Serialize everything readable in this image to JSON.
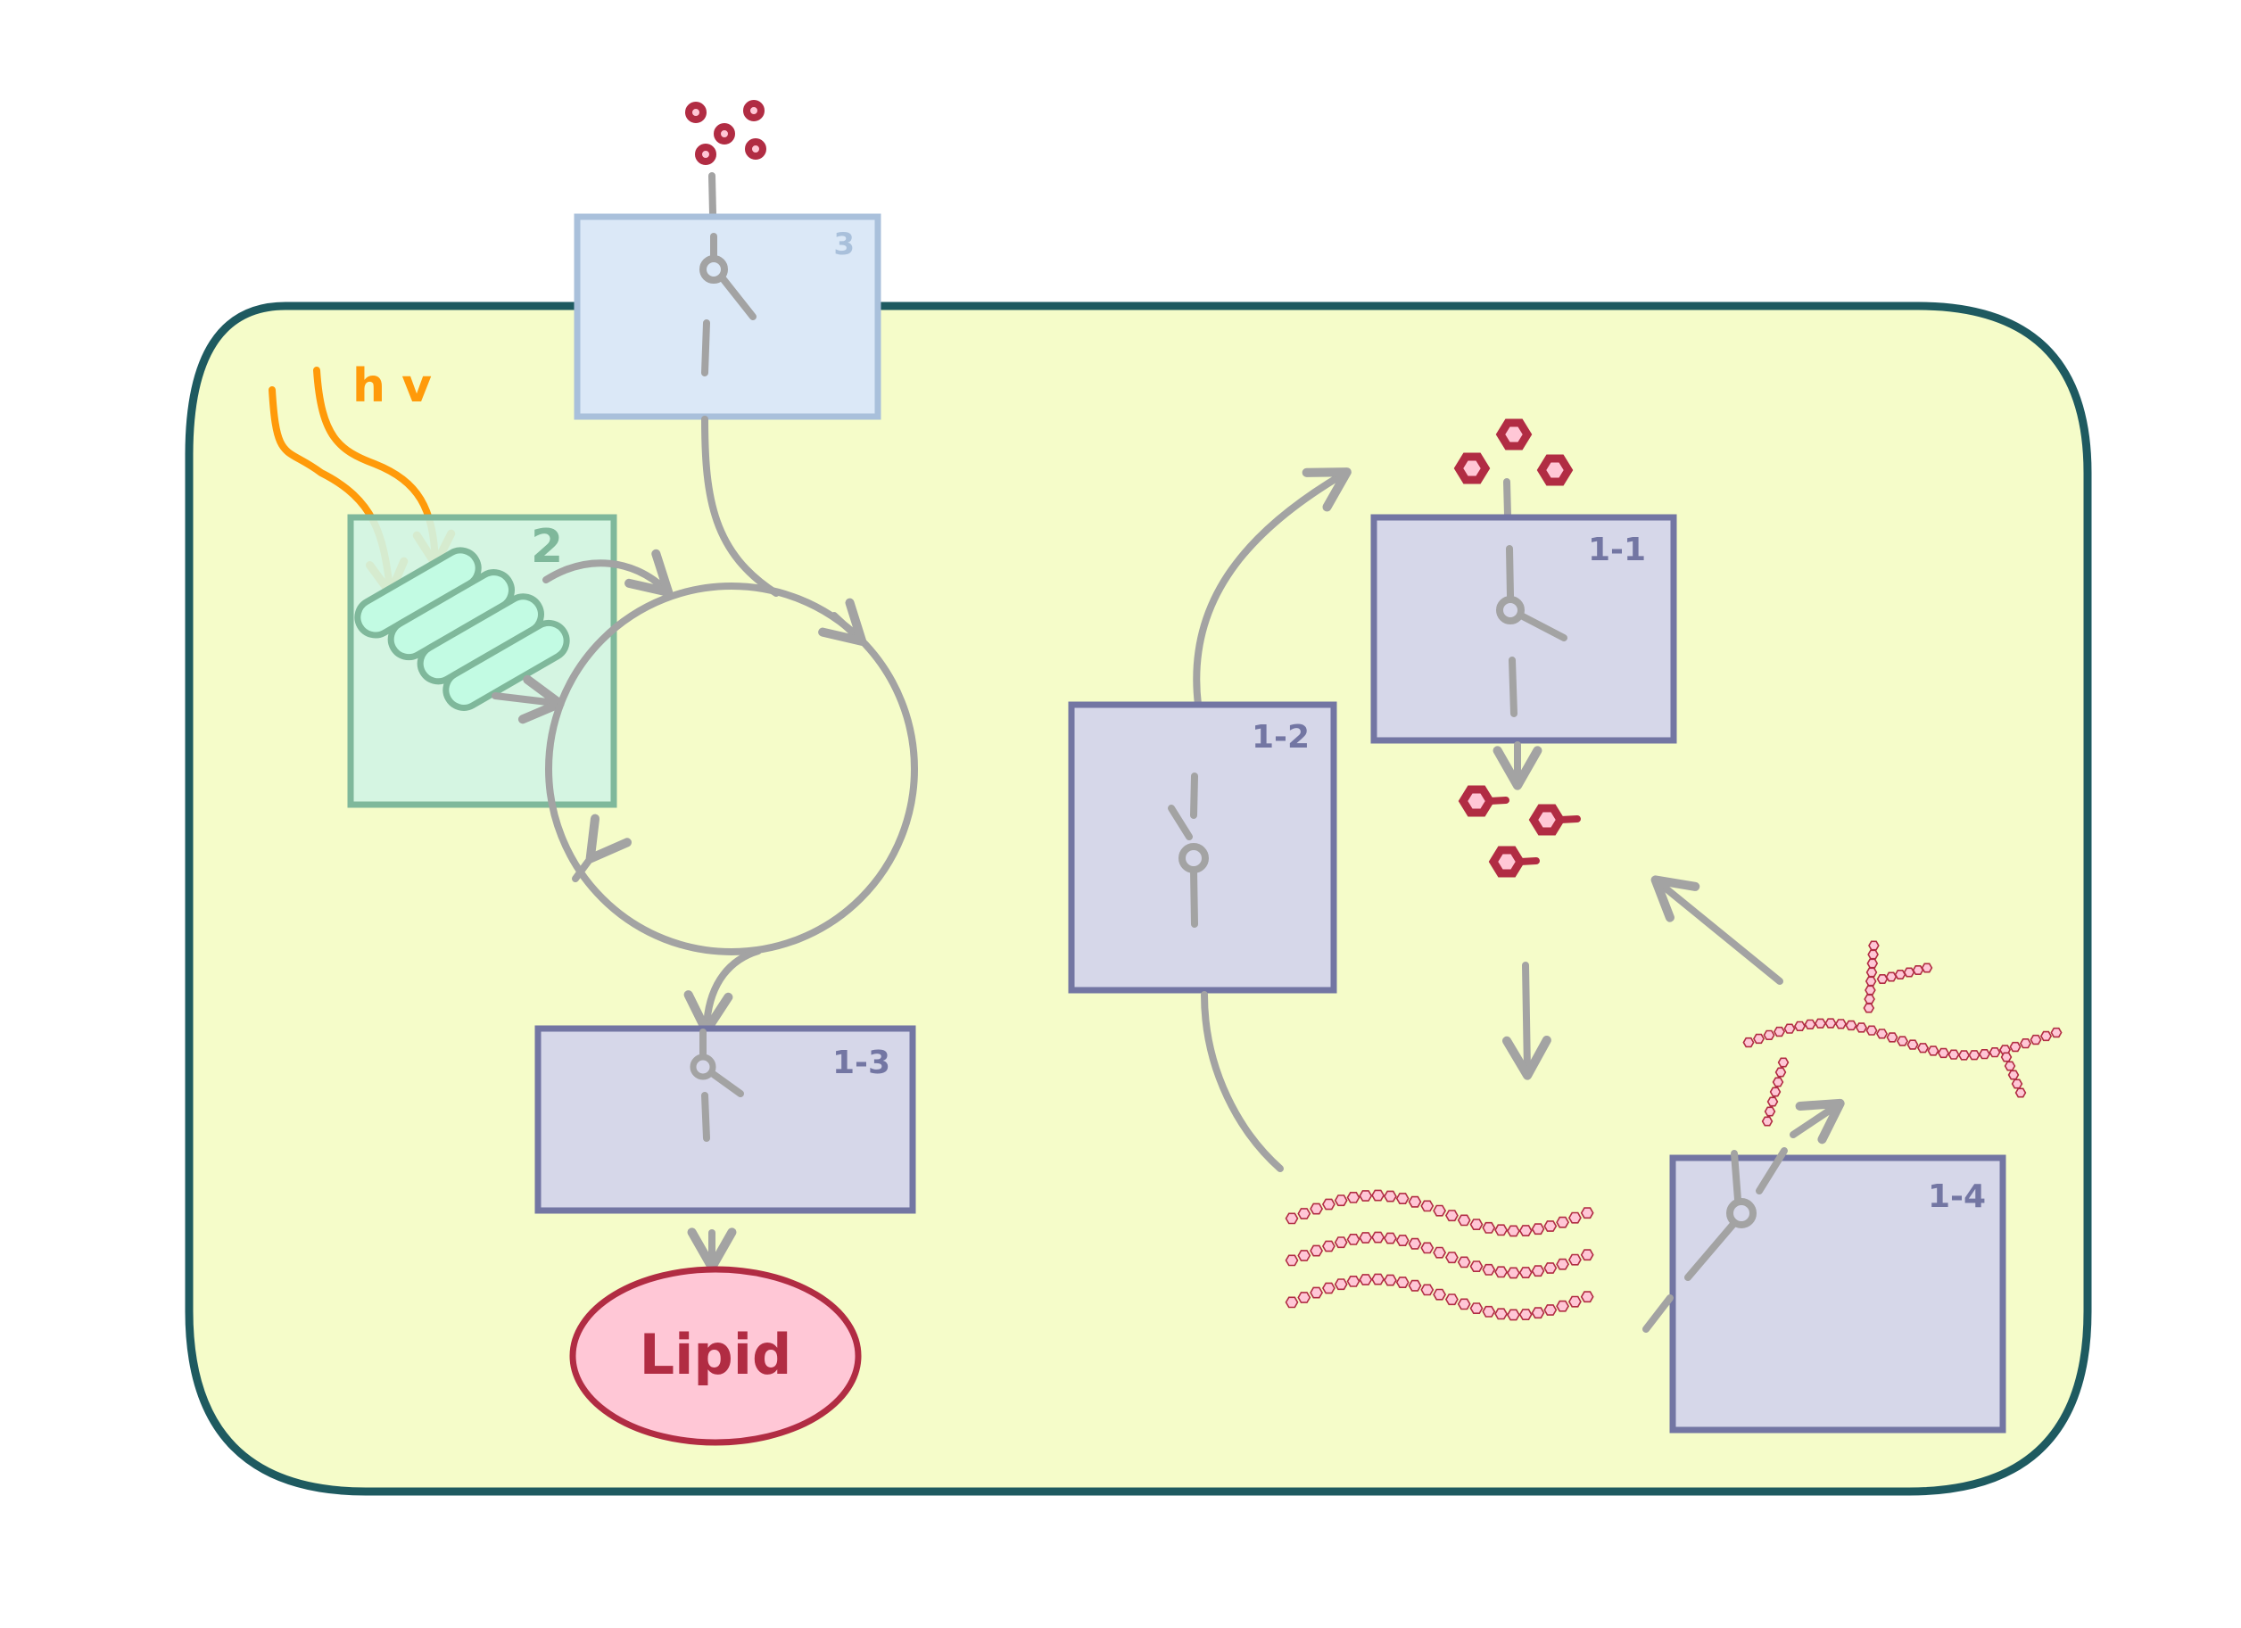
{
  "diagram": {
    "title": "Cell metabolic pathway schematic",
    "light_label": "h v",
    "colors": {
      "cell_fill": "#f5fcc9",
      "cell_border": "#1e5a60",
      "enzyme_fill": "#d6d7e9",
      "enzyme_border": "#7376a3",
      "transporter_fill": "#dbe8f7",
      "transporter_border": "#a9c0db",
      "photosystem_fill": "#d2f4e4",
      "photosystem_border": "#7fb89b",
      "light": "#ff9a0a",
      "arrow": "#a3a3a3",
      "molecule_stroke": "#b12c43",
      "molecule_fill": "#ffc7d6"
    },
    "modules": [
      {
        "id": "3",
        "label": "3",
        "kind": "transporter",
        "switch_state": "open"
      },
      {
        "id": "2",
        "label": "2",
        "kind": "photosystem"
      },
      {
        "id": "1-1",
        "label": "1-1",
        "kind": "enzyme",
        "switch_state": "open"
      },
      {
        "id": "1-2",
        "label": "1-2",
        "kind": "enzyme",
        "switch_state": "open"
      },
      {
        "id": "1-3",
        "label": "1-3",
        "kind": "enzyme",
        "switch_state": "open"
      },
      {
        "id": "1-4",
        "label": "1-4",
        "kind": "enzyme",
        "switch_state": "closed"
      }
    ],
    "product": {
      "label": "Lipid"
    },
    "molecules": {
      "small_rings_count": 5,
      "hexagons_count": 3,
      "tailed_hexagons_count": 3,
      "linear_chains_count": 3,
      "branched_chain_count": 1
    }
  }
}
